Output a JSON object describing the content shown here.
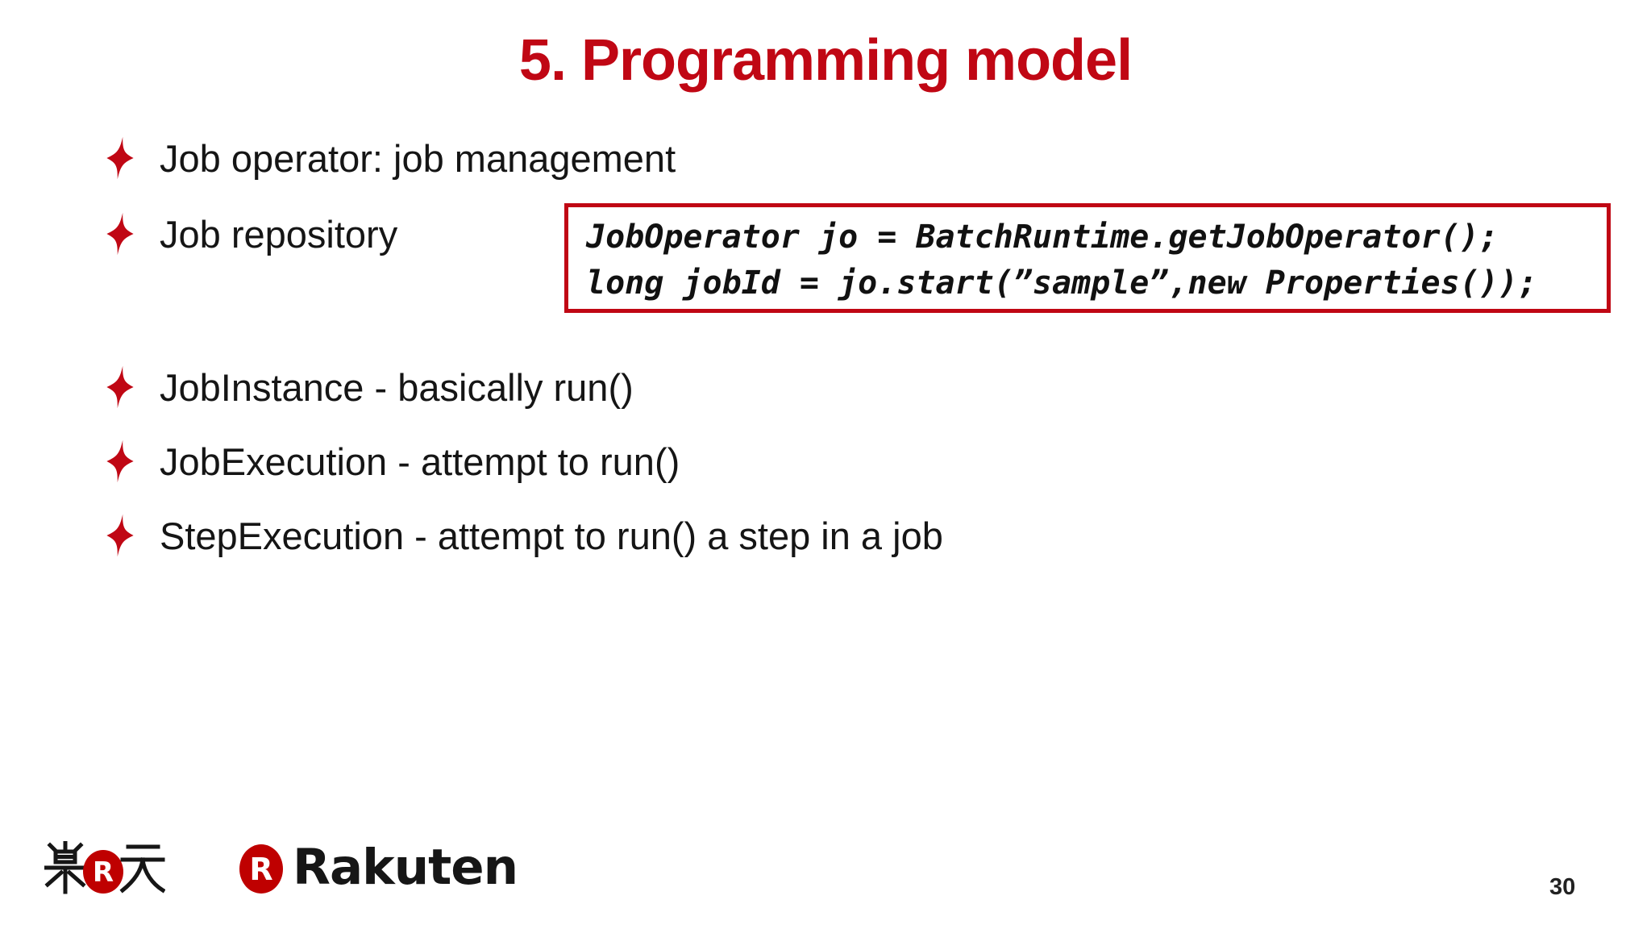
{
  "slide": {
    "title": "5. Programming model",
    "page_number": "30"
  },
  "colors": {
    "title_red": "#c00714",
    "bullet_star_red": "#c00714",
    "code_border_red": "#c00714",
    "rakuten_red": "#bf0000",
    "body_text": "#151515",
    "background": "#ffffff"
  },
  "bullets": [
    {
      "text": "Job operator: job management"
    },
    {
      "text": "Job repository"
    },
    {
      "text": "JobInstance - basically run()"
    },
    {
      "text": "JobExecution - attempt to run()"
    },
    {
      "text": "StepExecution - attempt to run() a step in a job"
    }
  ],
  "code_box": {
    "lines": [
      "JobOperator jo = BatchRuntime.getJobOperator();",
      "long jobId = jo.start(”sample”,new Properties());"
    ]
  },
  "footer": {
    "logo_kanji": "楽天",
    "logo_r_letter": "R",
    "logo_wordmark": "Rakuten"
  },
  "icons": {
    "bullet": "four-pointed-star-icon",
    "logo_badge": "rakuten-r-badge-icon"
  }
}
